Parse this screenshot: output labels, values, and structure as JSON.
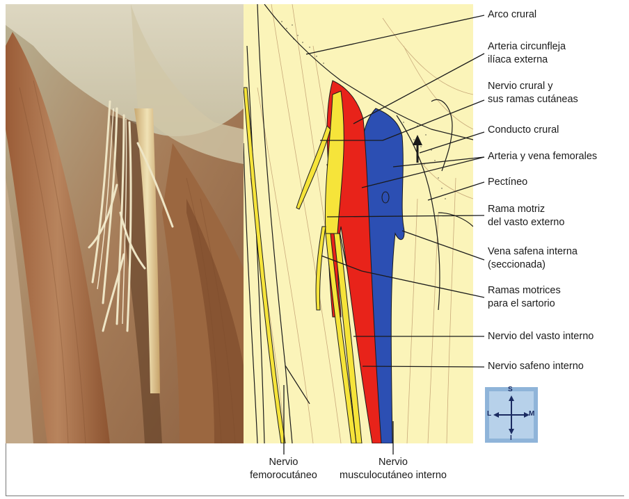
{
  "colors": {
    "background": "#ffffff",
    "drawing_background": "#fbf4b9",
    "artery": "#e8231a",
    "vein": "#2c4fb3",
    "nerve": "#f6e43a",
    "muscle_line": "#b38a60",
    "outline": "#1a1a1a",
    "compass_bg": "#8fb4d9"
  },
  "compass": {
    "top": "S",
    "bottom": "I",
    "left": "L",
    "right": "M",
    "icon": "orientation-cross-icon"
  },
  "labels": {
    "arco_crural": "Arco crural",
    "arteria_circunfleja": "Arteria circunfleja\nilíaca externa",
    "nervio_crural": "Nervio crural y\nsus ramas cutáneas",
    "conducto_crural": "Conducto crural",
    "arteria_vena_femorales": "Arteria y vena femorales",
    "pectineo": "Pectíneo",
    "rama_motriz": "Rama motriz\ndel vasto externo",
    "vena_safena": "Vena safena interna\n(seccionada)",
    "ramas_motrices": "Ramas motrices\npara el sartorio",
    "nervio_vasto_interno": "Nervio del vasto interno",
    "nervio_safeno": "Nervio safeno interno",
    "nervio_femorocutaneo": "Nervio\nfemorocutáneo",
    "nervio_musculocutaneo": "Nervio\nmusculocutáneo interno"
  }
}
